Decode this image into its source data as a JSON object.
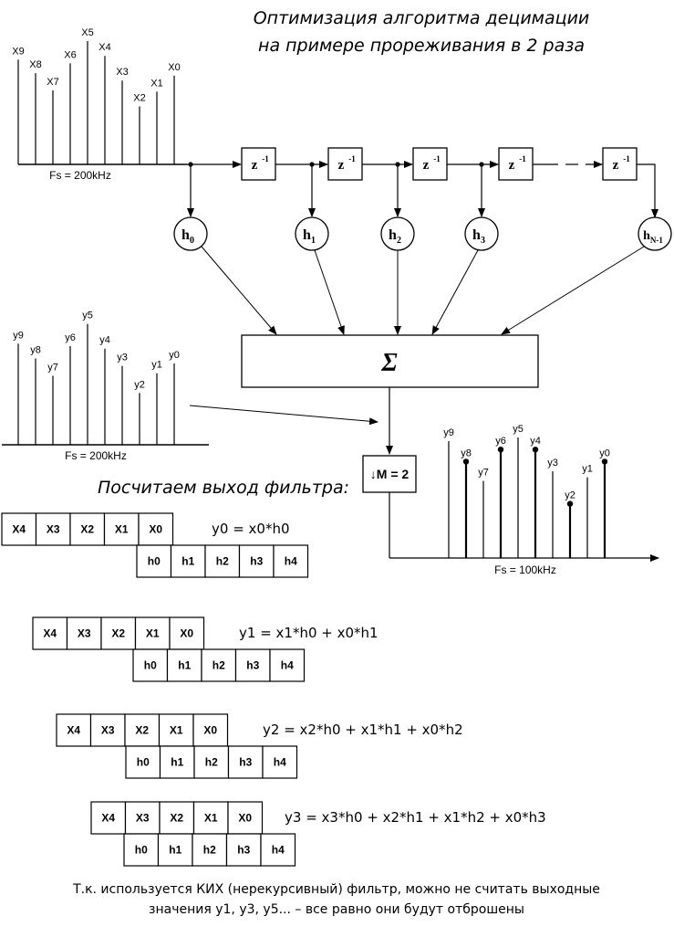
{
  "title": {
    "line1": "Оптимизация алгоритма децимации",
    "line2": "на примере прореживания в 2 раза"
  },
  "input_signal": {
    "fs_label": "Fs = 200kHz",
    "samples": [
      {
        "label": "X9",
        "level": 0.85
      },
      {
        "label": "X8",
        "level": 0.74
      },
      {
        "label": "X7",
        "level": 0.6
      },
      {
        "label": "X6",
        "level": 0.82
      },
      {
        "label": "X5",
        "level": 1.0
      },
      {
        "label": "X4",
        "level": 0.88
      },
      {
        "label": "X3",
        "level": 0.68
      },
      {
        "label": "X2",
        "level": 0.47
      },
      {
        "label": "X1",
        "level": 0.59
      },
      {
        "label": "X0",
        "level": 0.72
      }
    ]
  },
  "delay_label": "z",
  "delay_exp": "-1",
  "dash_gap": "— —",
  "coefficients": [
    {
      "base": "h",
      "sub": "0"
    },
    {
      "base": "h",
      "sub": "1"
    },
    {
      "base": "h",
      "sub": "2"
    },
    {
      "base": "h",
      "sub": "3"
    },
    {
      "base": "h",
      "sub": "N-1"
    }
  ],
  "sum_symbol": "Σ",
  "output_signal": {
    "fs_label": "Fs = 200kHz",
    "samples": [
      {
        "label": "y9",
        "level": 0.82
      },
      {
        "label": "y8",
        "level": 0.7
      },
      {
        "label": "y7",
        "level": 0.56
      },
      {
        "label": "y6",
        "level": 0.8
      },
      {
        "label": "y5",
        "level": 0.98
      },
      {
        "label": "y4",
        "level": 0.78
      },
      {
        "label": "y3",
        "level": 0.64
      },
      {
        "label": "y2",
        "level": 0.42
      },
      {
        "label": "y1",
        "level": 0.58
      },
      {
        "label": "y0",
        "level": 0.66
      }
    ]
  },
  "decimator_label": "↓M = 2",
  "decimated_signal": {
    "fs_label": "Fs = 100kHz",
    "samples": [
      {
        "label": "y9",
        "level": 0.97,
        "kept": false
      },
      {
        "label": "y8",
        "level": 0.8,
        "kept": true
      },
      {
        "label": "y7",
        "level": 0.64,
        "kept": false
      },
      {
        "label": "y6",
        "level": 0.9,
        "kept": true
      },
      {
        "label": "y5",
        "level": 1.0,
        "kept": false
      },
      {
        "label": "y4",
        "level": 0.9,
        "kept": true
      },
      {
        "label": "y3",
        "level": 0.72,
        "kept": false
      },
      {
        "label": "y2",
        "level": 0.45,
        "kept": true
      },
      {
        "label": "y1",
        "level": 0.67,
        "kept": false
      },
      {
        "label": "y0",
        "level": 0.8,
        "kept": true
      }
    ]
  },
  "compute_heading": "Посчитаем выход фильтра:",
  "x_cells": [
    "X4",
    "X3",
    "X2",
    "X1",
    "X0"
  ],
  "h_cells": [
    "h0",
    "h1",
    "h2",
    "h3",
    "h4"
  ],
  "equations": [
    "y0 = x0*h0",
    "y1 = x1*h0 + x0*h1",
    "y2 = x2*h0 + x1*h1 + x0*h2",
    "y3 = x3*h0 + x2*h1 + x1*h2 + x0*h3"
  ],
  "footnote": {
    "line1": "Т.к. используется КИХ (нерекурсивный) фильтр, можно не считать выходные",
    "line2": "значения y1, y3, y5... – все равно они будут отброшены"
  }
}
